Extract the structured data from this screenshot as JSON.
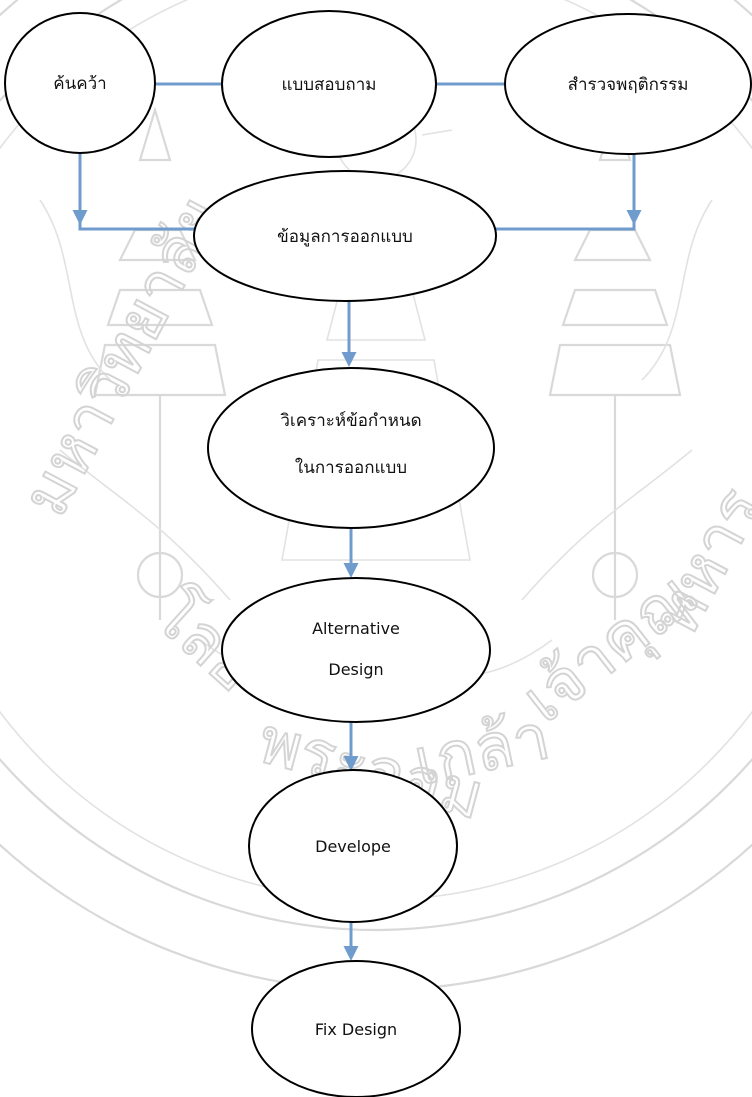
{
  "watermark": {
    "kind": "university-seal",
    "lettering": "มหาวิทยาลัยเทคโนโลยีพระจอมเกล้าเจ้าคุณทหารลาดกระบัง"
  },
  "colors": {
    "arrow": "#6f9ccd",
    "node_stroke": "#000000",
    "watermark": "#d9d9d9"
  },
  "nodes": {
    "research": {
      "label": "ค้นคว้า"
    },
    "questionnaire": {
      "label": "แบบสอบถาม"
    },
    "behavior_survey": {
      "label": "สำรวจพฤติกรรม"
    },
    "design_data": {
      "label": "ข้อมูลการออกแบบ"
    },
    "requirements": {
      "line1": "วิเคราะห์ข้อกำหนด",
      "line2": "ในการออกแบบ"
    },
    "alternative": {
      "line1": "Alternative",
      "line2": "Design"
    },
    "develope": {
      "label": "Develope"
    },
    "fix_design": {
      "label": "Fix Design"
    }
  },
  "edges": [
    {
      "from": "research",
      "to": "questionnaire"
    },
    {
      "from": "questionnaire",
      "to": "behavior_survey"
    },
    {
      "from": "research",
      "to": "design_data"
    },
    {
      "from": "behavior_survey",
      "to": "design_data"
    },
    {
      "from": "design_data",
      "to": "requirements"
    },
    {
      "from": "requirements",
      "to": "alternative"
    },
    {
      "from": "alternative",
      "to": "develope"
    },
    {
      "from": "develope",
      "to": "fix_design"
    }
  ]
}
